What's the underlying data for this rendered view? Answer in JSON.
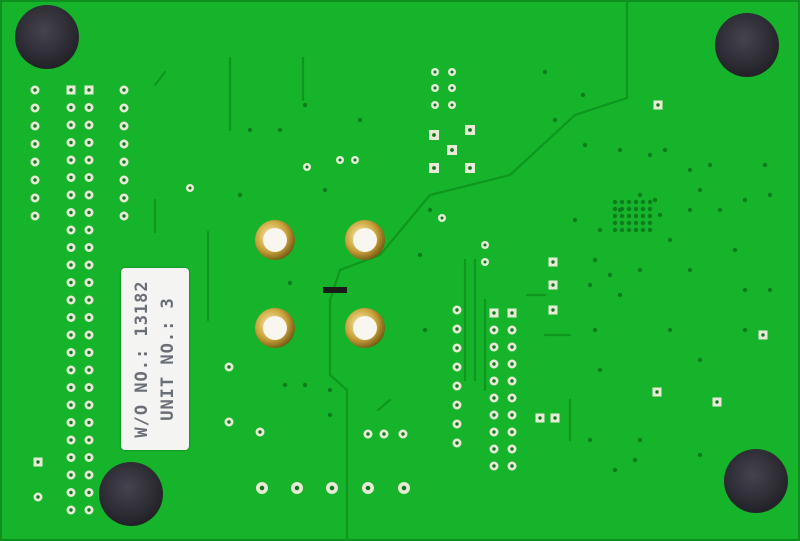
{
  "photo": {
    "subject": "green PCB solder side with label sticker and rubber feet",
    "board_color": "#15b52a",
    "pad_color": "#e6ead6",
    "foot_color": "#2c2a33"
  },
  "sticker": {
    "line1": "W/O NO.: 13182",
    "line2": "UNIT NO.:   3"
  }
}
